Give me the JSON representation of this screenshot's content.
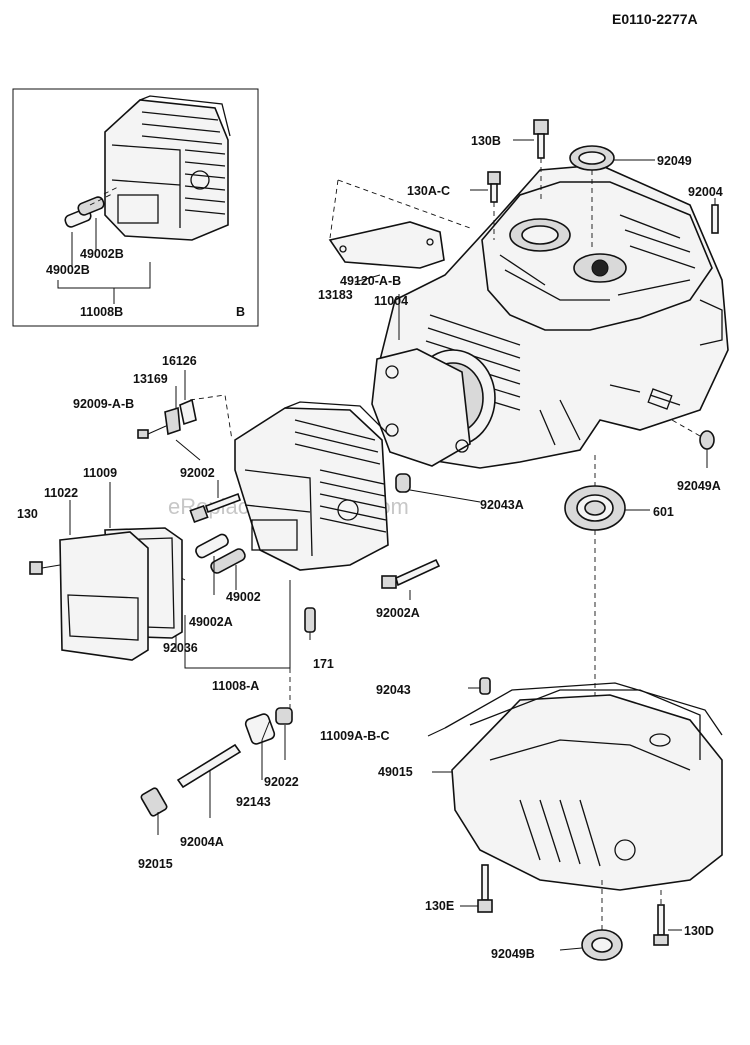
{
  "diagram_id": "E0110-2277A",
  "watermark": "eReplacementParts.com",
  "inset": {
    "corner_label": "B",
    "labels": [
      "49002B",
      "49002B",
      "11008B"
    ]
  },
  "part_labels": {
    "p130B": "130B",
    "p92049": "92049",
    "p130AC": "130A-C",
    "p92004": "92004",
    "p49120AB": "49120-A-B",
    "p13183": "13183",
    "p11004": "11004",
    "p16126": "16126",
    "p13169": "13169",
    "p92009AB": "92009-A-B",
    "p92002": "92002",
    "p11009": "11009",
    "p11022": "11022",
    "p130": "130",
    "p92043A": "92043A",
    "p601": "601",
    "p92049A": "92049A",
    "p49002": "49002",
    "p49002A": "49002A",
    "p92036": "92036",
    "p92002A": "92002A",
    "p11008A": "11008-A",
    "p171": "171",
    "p92043": "92043",
    "p11009ABC": "11009A-B-C",
    "p49015": "49015",
    "p92022": "92022",
    "p92143": "92143",
    "p92004A": "92004A",
    "p92015": "92015",
    "p130E": "130E",
    "p130D": "130D",
    "p92049B": "92049B"
  }
}
